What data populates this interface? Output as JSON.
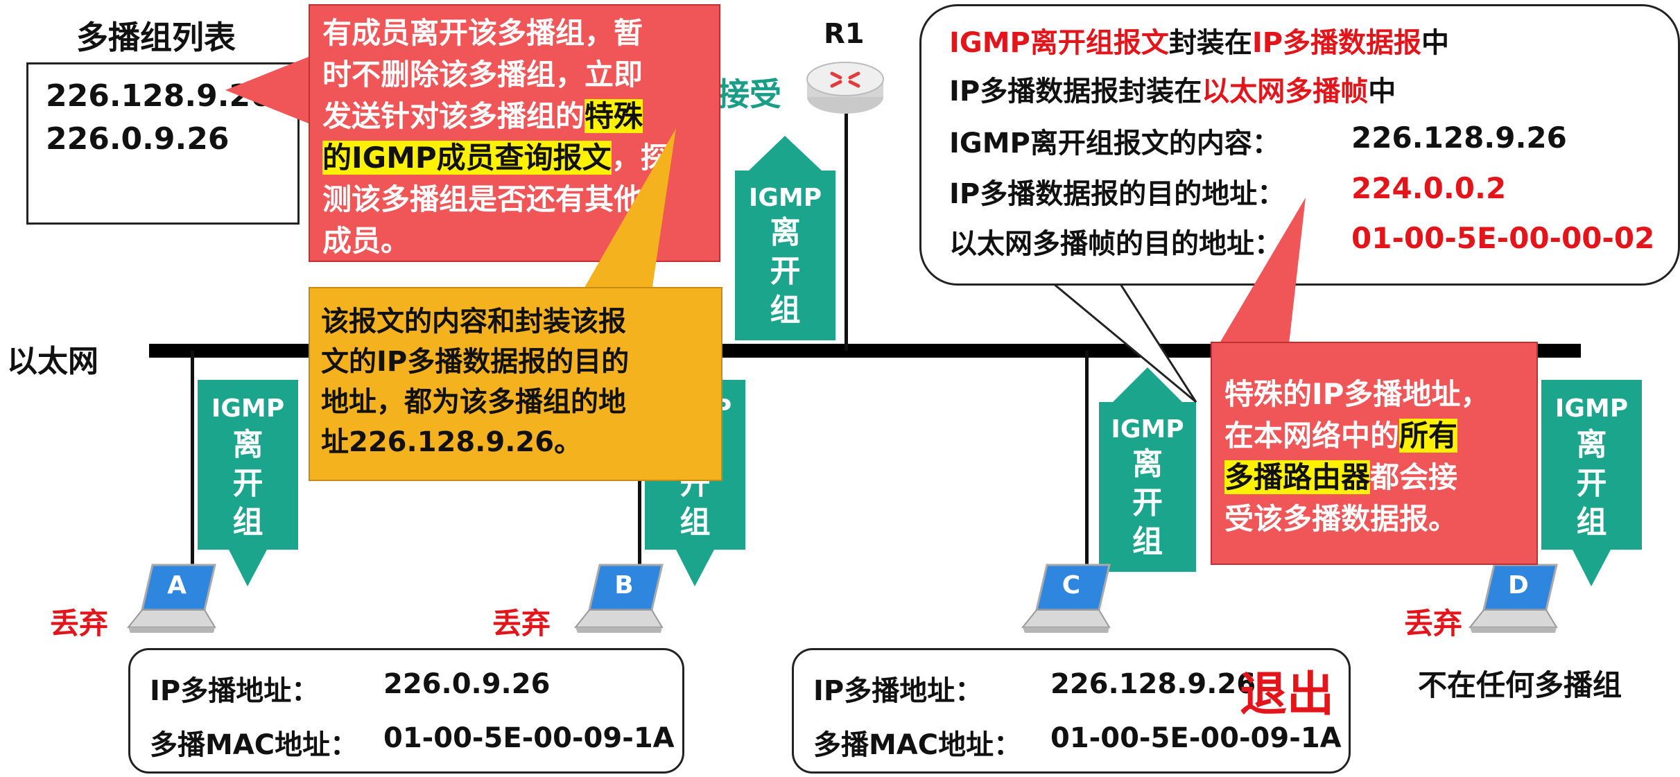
{
  "group_list": {
    "title": "多播组列表",
    "entries": [
      "226.128.9.26",
      "226.0.9.26"
    ]
  },
  "network": {
    "ethernet_label": "以太网",
    "router_label": "R1",
    "router_accept": "接受"
  },
  "igmp_leave": {
    "line1": "IGMP",
    "line2": "离",
    "line3": "开",
    "line4": "组"
  },
  "hosts": {
    "a": {
      "letter": "A",
      "action": "丢弃"
    },
    "b": {
      "letter": "B",
      "action": "丢弃"
    },
    "c": {
      "letter": "C"
    },
    "d": {
      "letter": "D",
      "action": "丢弃",
      "note": "不在任何多播组"
    }
  },
  "info_ab": {
    "ip_key": "IP多播地址：",
    "ip_val": "226.0.9.26",
    "mac_key": "多播MAC地址：",
    "mac_val": "01-00-5E-00-09-1A"
  },
  "info_c": {
    "ip_key": "IP多播地址：",
    "ip_val": "226.128.9.26",
    "quit": "退出",
    "mac_key": "多播MAC地址：",
    "mac_val": "01-00-5E-00-09-1A"
  },
  "callout_router_query": {
    "l1": "有成员离开该多播组，暂",
    "l2": "时不删除该多播组，立即",
    "l3a": "发送针对该多播组的",
    "l3b": "特殊",
    "l4a": "的IGMP成员查询报文",
    "l4b": "，探",
    "l5": "测该多播组是否还有其他",
    "l6": "成员。"
  },
  "callout_content": {
    "l1": "该报文的内容和封装该报",
    "l2": "文的IP多播数据报的目的",
    "l3": "地址，都为该多播组的地",
    "l4": "址226.128.9.26。"
  },
  "callout_special_addr": {
    "l1": "特殊的IP多播地址，",
    "l2a": "在本网络中的",
    "l2b": "所有",
    "l3a": "多播路由器",
    "l3b": "都会接",
    "l4": "受该多播数据报。"
  },
  "bubble": {
    "l1a": "IGMP离开组报文",
    "l1b": "封装在",
    "l1c": "IP多播数据报",
    "l1d": "中",
    "l2a": "IP多播数据报封装在",
    "l2b": "以太网多播帧",
    "l2c": "中",
    "l3k": "IGMP离开组报文的内容：",
    "l3v": "226.128.9.26",
    "l4k": "IP多播数据报的目的地址：",
    "l4v": "224.0.0.2",
    "l5k": "以太网多播帧的目的地址：",
    "l5v": "01-00-5E-00-00-02"
  },
  "colors": {
    "teal": "#1aa58c",
    "red": "#e3151b",
    "callout_red": "#f05657",
    "callout_orange": "#f3b21e",
    "highlight": "#fff200"
  }
}
